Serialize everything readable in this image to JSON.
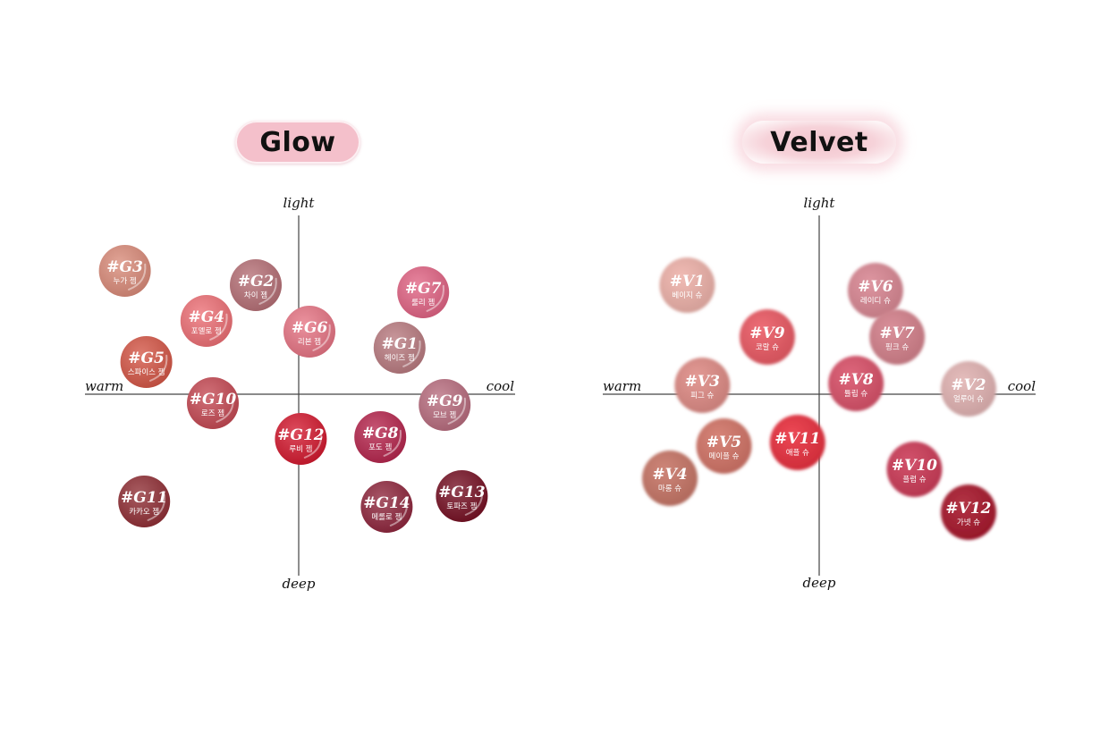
{
  "chart_data": [
    {
      "type": "scatter",
      "title": "Glow",
      "finish": "glow",
      "axes": {
        "x_negative": "warm",
        "x_positive": "cool",
        "y_positive": "light",
        "y_negative": "deep"
      },
      "xlim": [
        -1,
        1
      ],
      "ylim": [
        -1,
        1
      ],
      "points": [
        {
          "code": "#G3",
          "name": "누가 젬",
          "x": -0.81,
          "y": 0.69,
          "color": "#d98a78"
        },
        {
          "code": "#G2",
          "name": "차이 젬",
          "x": -0.2,
          "y": 0.61,
          "color": "#b56e75"
        },
        {
          "code": "#G4",
          "name": "포멜로 젬",
          "x": -0.43,
          "y": 0.41,
          "color": "#ec6e74"
        },
        {
          "code": "#G6",
          "name": "리본 젬",
          "x": 0.05,
          "y": 0.35,
          "color": "#e57383"
        },
        {
          "code": "#G7",
          "name": "룰리 젬",
          "x": 0.58,
          "y": 0.57,
          "color": "#e06283"
        },
        {
          "code": "#G1",
          "name": "헤이즈 젬",
          "x": 0.47,
          "y": 0.26,
          "color": "#b87a7f"
        },
        {
          "code": "#G5",
          "name": "스파이스 젬",
          "x": -0.71,
          "y": 0.18,
          "color": "#d35545"
        },
        {
          "code": "#G10",
          "name": "로즈 젬",
          "x": -0.4,
          "y": -0.05,
          "color": "#c44852"
        },
        {
          "code": "#G9",
          "name": "모브 젬",
          "x": 0.68,
          "y": -0.06,
          "color": "#b76b7d"
        },
        {
          "code": "#G12",
          "name": "루비 젬",
          "x": 0.01,
          "y": -0.25,
          "color": "#d2182e"
        },
        {
          "code": "#G8",
          "name": "포도 젬",
          "x": 0.38,
          "y": -0.24,
          "color": "#b5244c"
        },
        {
          "code": "#G11",
          "name": "카카오 젬",
          "x": -0.72,
          "y": -0.6,
          "color": "#8f2e34"
        },
        {
          "code": "#G14",
          "name": "메롤로 젬",
          "x": 0.41,
          "y": -0.63,
          "color": "#8e263c"
        },
        {
          "code": "#G13",
          "name": "토파즈 젬",
          "x": 0.76,
          "y": -0.57,
          "color": "#750f22"
        }
      ]
    },
    {
      "type": "scatter",
      "title": "Velvet",
      "finish": "velvet",
      "axes": {
        "x_negative": "warm",
        "x_positive": "cool",
        "y_positive": "light",
        "y_negative": "deep"
      },
      "xlim": [
        -1,
        1
      ],
      "ylim": [
        -1,
        1
      ],
      "points": [
        {
          "code": "#V1",
          "name": "베이지 슈",
          "x": -0.61,
          "y": 0.61,
          "color": "#eeb2aa"
        },
        {
          "code": "#V6",
          "name": "레이디 슈",
          "x": 0.26,
          "y": 0.58,
          "color": "#d98894"
        },
        {
          "code": "#V9",
          "name": "코랄 슈",
          "x": -0.24,
          "y": 0.32,
          "color": "#ea5a64"
        },
        {
          "code": "#V7",
          "name": "핑크 슈",
          "x": 0.36,
          "y": 0.32,
          "color": "#d4818c"
        },
        {
          "code": "#V3",
          "name": "피그 슈",
          "x": -0.54,
          "y": 0.05,
          "color": "#df8c86"
        },
        {
          "code": "#V8",
          "name": "튤립 슈",
          "x": 0.17,
          "y": 0.06,
          "color": "#d9526a"
        },
        {
          "code": "#V2",
          "name": "얼루어 슈",
          "x": 0.69,
          "y": 0.03,
          "color": "#e2b4b3"
        },
        {
          "code": "#V5",
          "name": "메이플 슈",
          "x": -0.44,
          "y": -0.29,
          "color": "#d27467"
        },
        {
          "code": "#V11",
          "name": "애플 슈",
          "x": -0.1,
          "y": -0.27,
          "color": "#e9303f"
        },
        {
          "code": "#V4",
          "name": "마롱 슈",
          "x": -0.69,
          "y": -0.47,
          "color": "#c77667"
        },
        {
          "code": "#V10",
          "name": "플럼 슈",
          "x": 0.44,
          "y": -0.42,
          "color": "#cc3b58"
        },
        {
          "code": "#V12",
          "name": "가넷 슈",
          "x": 0.69,
          "y": -0.66,
          "color": "#a8182c"
        }
      ]
    }
  ]
}
